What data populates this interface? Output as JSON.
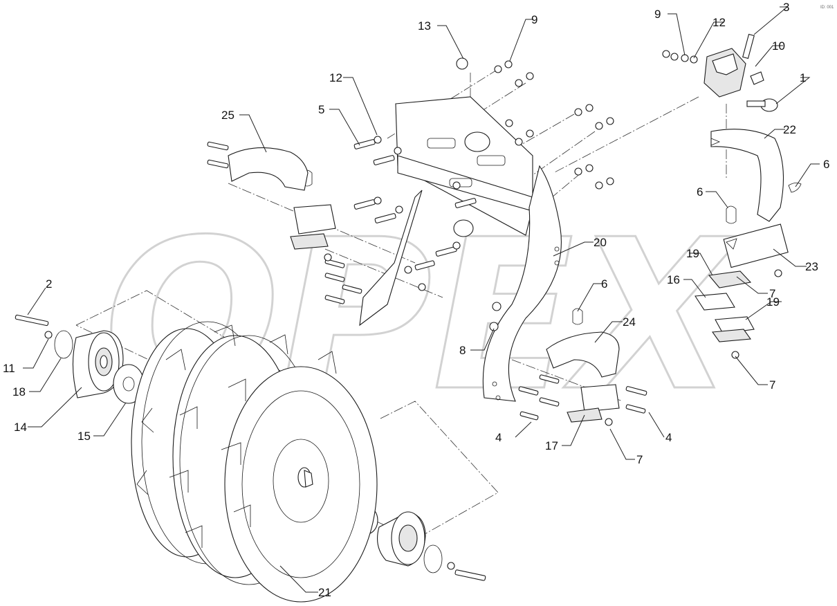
{
  "watermark": {
    "text": "OPEX"
  },
  "corner_mark": "ID: 001",
  "labels": [
    {
      "id": "l1",
      "text": "1"
    },
    {
      "id": "l2",
      "text": "2"
    },
    {
      "id": "l3",
      "text": "3"
    },
    {
      "id": "l4a",
      "text": "4"
    },
    {
      "id": "l4b",
      "text": "4"
    },
    {
      "id": "l5",
      "text": "5"
    },
    {
      "id": "l6a",
      "text": "6"
    },
    {
      "id": "l6b",
      "text": "6"
    },
    {
      "id": "l6c",
      "text": "6"
    },
    {
      "id": "l7a",
      "text": "7"
    },
    {
      "id": "l7b",
      "text": "7"
    },
    {
      "id": "l7c",
      "text": "7"
    },
    {
      "id": "l8",
      "text": "8"
    },
    {
      "id": "l9a",
      "text": "9"
    },
    {
      "id": "l9b",
      "text": "9"
    },
    {
      "id": "l10",
      "text": "10"
    },
    {
      "id": "l11",
      "text": "11"
    },
    {
      "id": "l12a",
      "text": "12"
    },
    {
      "id": "l12b",
      "text": "12"
    },
    {
      "id": "l13",
      "text": "13"
    },
    {
      "id": "l14",
      "text": "14"
    },
    {
      "id": "l15",
      "text": "15"
    },
    {
      "id": "l16",
      "text": "16"
    },
    {
      "id": "l17",
      "text": "17"
    },
    {
      "id": "l18",
      "text": "18"
    },
    {
      "id": "l19a",
      "text": "19"
    },
    {
      "id": "l19b",
      "text": "19"
    },
    {
      "id": "l20",
      "text": "20"
    },
    {
      "id": "l21",
      "text": "21"
    },
    {
      "id": "l22",
      "text": "22"
    },
    {
      "id": "l23",
      "text": "23"
    },
    {
      "id": "l24",
      "text": "24"
    },
    {
      "id": "l25",
      "text": "25"
    }
  ]
}
